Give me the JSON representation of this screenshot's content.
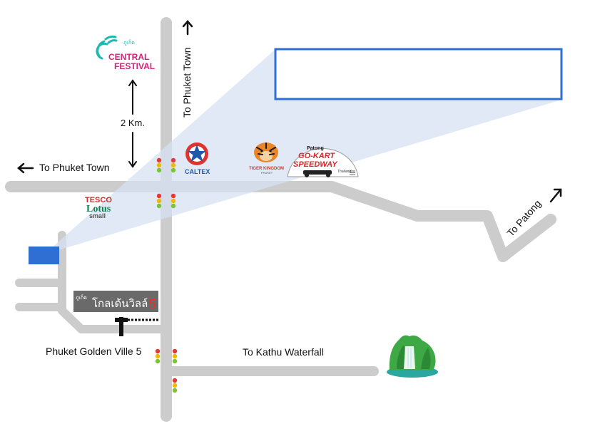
{
  "colors": {
    "road": "#cccccc",
    "callout_fill": "#dde6f3",
    "callout_border": "#2f6fd3",
    "marker": "#2f6fd3",
    "caltex_red": "#e0322e",
    "caltex_blue": "#1d5aa8",
    "tiger_orange": "#e8862b",
    "kart_red": "#d9262b",
    "cf_teal": "#1fb9b0",
    "cf_pink": "#d4237a",
    "waterfall_green": "#3ea845",
    "sign_gray": "#6a6a6a",
    "text": "#111111"
  },
  "labels": {
    "to_phuket_town_north": "To Phuket Town",
    "to_phuket_town_west": "To Phuket Town",
    "to_patong": "To Patong",
    "to_kathu_waterfall": "To Kathu Waterfall",
    "golden_ville": "Phuket Golden Ville 5",
    "distance": "2 Km."
  },
  "landmarks": {
    "central_festival": {
      "small": "ภูเก็ต",
      "line1": "CENTRAL",
      "line2": "FESTIVAL",
      "icon": "central-festival-logo-icon"
    },
    "caltex": {
      "name": "CALTEX",
      "icon": "caltex-star-icon"
    },
    "tiger_kingdom": {
      "name": "TIGER KINGDOM",
      "sub": "PHUKET",
      "icon": "tiger-head-icon"
    },
    "go_kart": {
      "top": "Patong",
      "line1": "GO-KART",
      "line2": "SPEEDWAY",
      "sub": "Thailand",
      "icon": "go-kart-icon"
    },
    "tesco": {
      "line1": "TESCO",
      "line2": "Lotus",
      "line3": "small",
      "icon": "tesco-lotus-logo-icon"
    },
    "golden_ville_sign": {
      "thai_small": "ภูเก็ต",
      "thai": "โกลเด้นวิลล์",
      "number": "5",
      "icon": "golden-ville-sign-icon"
    },
    "waterfall": {
      "icon": "waterfall-icon"
    }
  }
}
